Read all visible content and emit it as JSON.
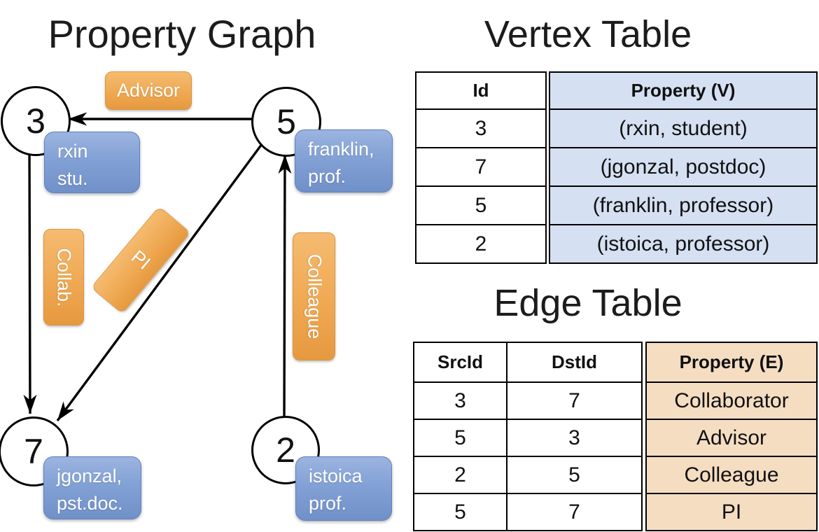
{
  "graph": {
    "title": "Property Graph",
    "nodes": [
      {
        "id": "3"
      },
      {
        "id": "5"
      },
      {
        "id": "7"
      },
      {
        "id": "2"
      }
    ],
    "vertex_labels": [
      {
        "line1": "rxin",
        "line2": "stu."
      },
      {
        "line1": "franklin,",
        "line2": "prof."
      },
      {
        "line1": "jgonzal,",
        "line2": "pst.doc."
      },
      {
        "line1": "istoica",
        "line2": "prof."
      }
    ],
    "edge_labels": {
      "advisor": "Advisor",
      "collab": "Collab.",
      "pi": "PI",
      "colleague": "Colleague"
    }
  },
  "vertex_table": {
    "title": "Vertex Table",
    "col_id": "Id",
    "col_property": "Property (V)",
    "rows": [
      {
        "id": "3",
        "property": "(rxin, student)"
      },
      {
        "id": "7",
        "property": "(jgonzal, postdoc)"
      },
      {
        "id": "5",
        "property": "(franklin, professor)"
      },
      {
        "id": "2",
        "property": "(istoica, professor)"
      }
    ]
  },
  "edge_table": {
    "title": "Edge Table",
    "col_src": "SrcId",
    "col_dst": "DstId",
    "col_property": "Property (E)",
    "rows": [
      {
        "src": "3",
        "dst": "7",
        "property": "Collaborator"
      },
      {
        "src": "5",
        "dst": "3",
        "property": "Advisor"
      },
      {
        "src": "2",
        "dst": "5",
        "property": "Colleague"
      },
      {
        "src": "5",
        "dst": "7",
        "property": "PI"
      }
    ]
  },
  "colors": {
    "edge_label_fill": "#EFA953",
    "vertex_label_fill": "#82A1D5",
    "vertex_cell_fill": "#D5E0F2",
    "edge_cell_fill": "#F5DDC2",
    "line_color": "#000000"
  }
}
